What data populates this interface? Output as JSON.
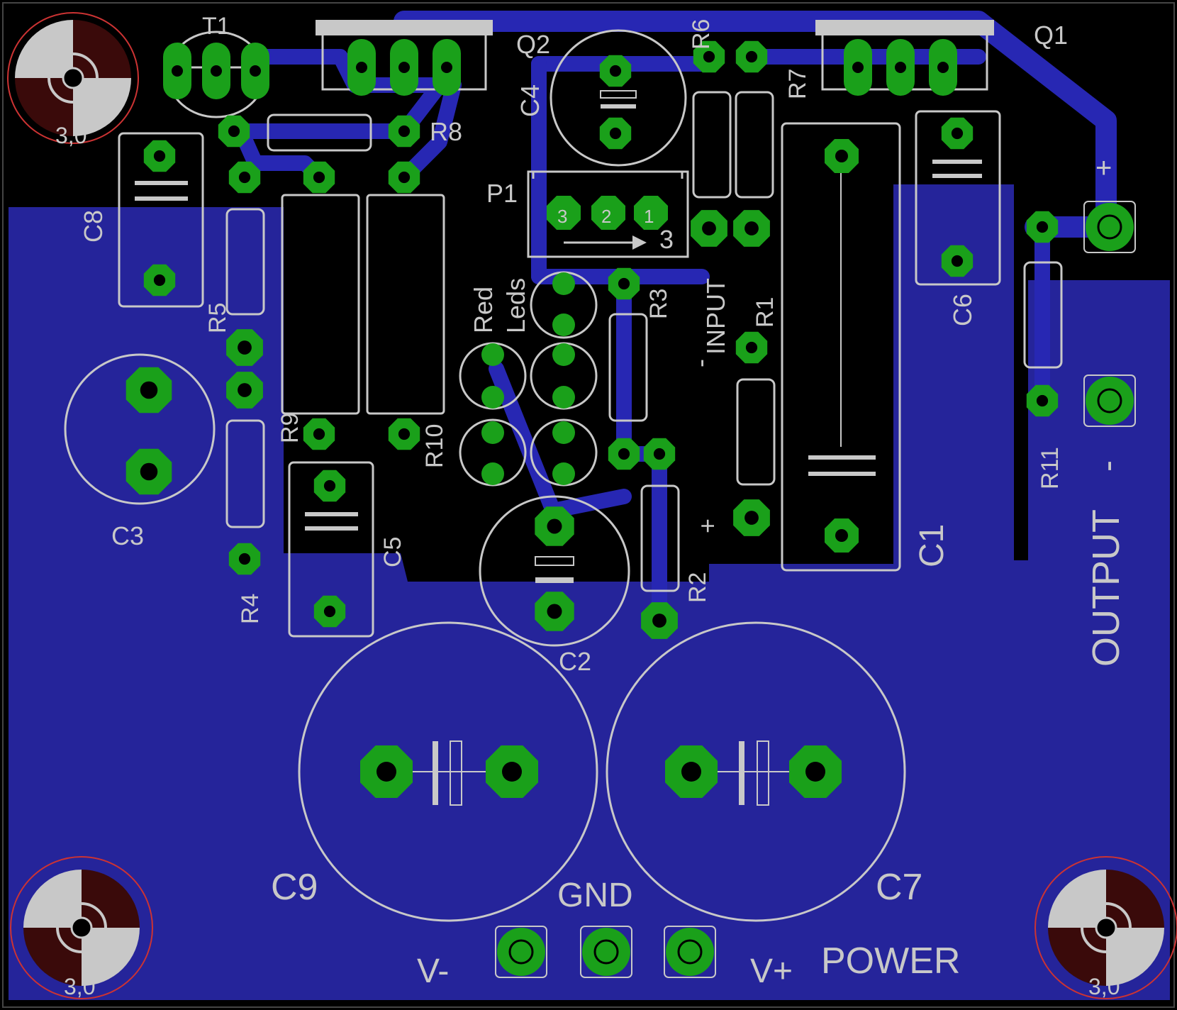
{
  "colors": {
    "background": "#000000",
    "copper_pour": "#25249a",
    "trace": "#2727b3",
    "pad": "#1aa01a",
    "silkscreen": "#c8c8c8",
    "hole_outline": "#cc3333"
  },
  "labels": {
    "T1": "T1",
    "Q2": "Q2",
    "Q1": "Q1",
    "R6": "R6",
    "R7": "R7",
    "R8": "R8",
    "C4": "C4",
    "P1": "P1",
    "C8": "C8",
    "C6": "C6",
    "R5": "R5",
    "R9": "R9",
    "R10": "R10",
    "R3": "R3",
    "R1": "R1",
    "R11": "R11",
    "C3": "C3",
    "C5": "C5",
    "R4": "R4",
    "C2": "C2",
    "R2": "R2",
    "C1": "C1",
    "C9": "C9",
    "C7": "C7",
    "red": "Red",
    "leds": "Leds",
    "input": "INPUT",
    "input_minus": "-",
    "input_plus": "+",
    "output": "OUTPUT",
    "output_minus": "-",
    "output_plus": "+",
    "gnd": "GND",
    "vminus": "V-",
    "vplus": "V+",
    "power": "POWER",
    "p1_pin3": "3",
    "p1_pin2": "2",
    "p1_pin1": "1",
    "p1_arrow": "3",
    "hole_tl": "3,0",
    "hole_bl": "3,0",
    "hole_br": "3,0"
  }
}
